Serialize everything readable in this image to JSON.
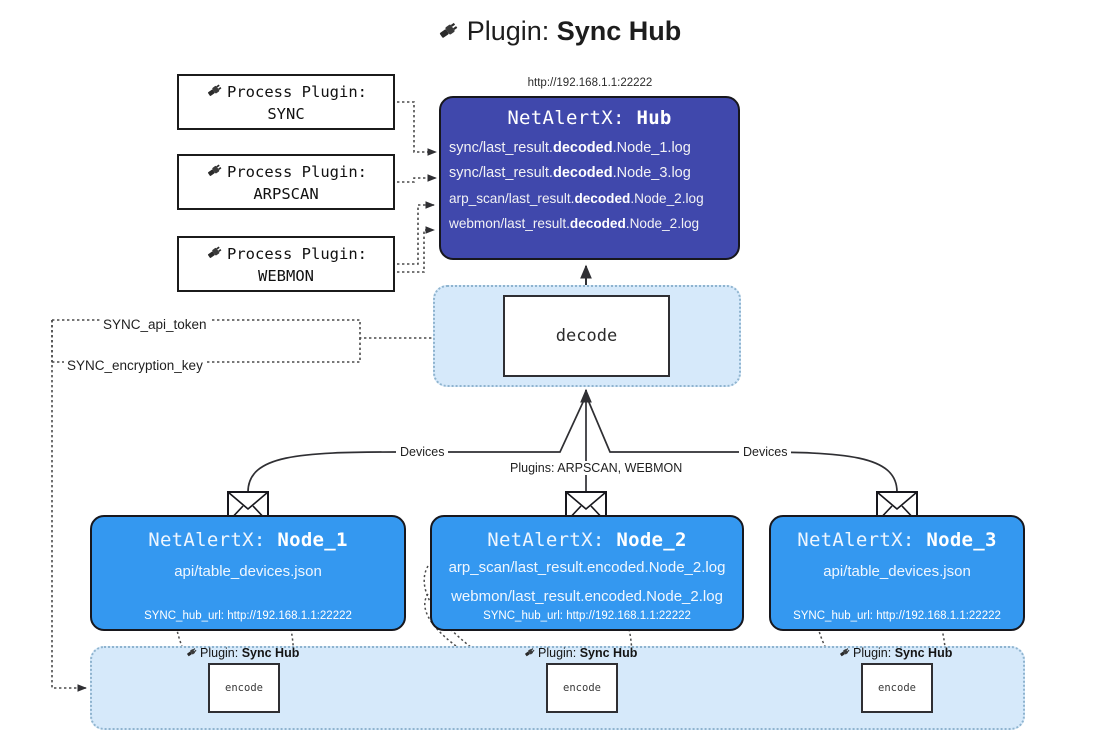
{
  "title": {
    "prefix": "Plugin: ",
    "name": "Sync Hub",
    "icon": "plug-icon"
  },
  "hub": {
    "url": "http://192.168.1.1:22222",
    "title_prefix": "NetAlertX: ",
    "title_name": "Hub",
    "logs": [
      {
        "pre": "sync/last_result.",
        "mid": "decoded",
        "post": ".Node_1.log"
      },
      {
        "pre": "sync/last_result.",
        "mid": "decoded",
        "post": ".Node_3.log"
      },
      {
        "pre": "arp_scan/last_result.",
        "mid": "decoded",
        "post": ".Node_2.log"
      },
      {
        "pre": "webmon/last_result.",
        "mid": "decoded",
        "post": ".Node_2.log"
      }
    ]
  },
  "process_plugins": [
    {
      "line1": "Process Plugin:",
      "line2": "SYNC",
      "icon": "plug-icon"
    },
    {
      "line1": "Process Plugin:",
      "line2": "ARPSCAN",
      "icon": "plug-icon"
    },
    {
      "line1": "Process Plugin:",
      "line2": "WEBMON",
      "icon": "plug-icon"
    }
  ],
  "tokens": [
    {
      "label": "SYNC_api_token"
    },
    {
      "label": "SYNC_encryption_key"
    }
  ],
  "decode": {
    "label": "decode"
  },
  "edge_labels": {
    "devices_left": "Devices",
    "devices_right": "Devices",
    "plugins_center": "Plugins: ARPSCAN, WEBMON"
  },
  "nodes": [
    {
      "title_prefix": "NetAlertX: ",
      "title_name": "Node_1",
      "lines": [
        "api/table_devices.json"
      ],
      "url_key": "SYNC_hub_url: ",
      "url_value": "http://192.168.1.1:22222",
      "envelope_icon": "envelope-icon"
    },
    {
      "title_prefix": "NetAlertX: ",
      "title_name": "Node_2",
      "lines": [
        "arp_scan/last_result.encoded.Node_2.log",
        "webmon/last_result.encoded.Node_2.log"
      ],
      "url_key": "SYNC_hub_url: ",
      "url_value": "http://192.168.1.1:22222",
      "envelope_icon": "envelope-icon"
    },
    {
      "title_prefix": "NetAlertX: ",
      "title_name": "Node_3",
      "lines": [
        "api/table_devices.json"
      ],
      "url_key": "SYNC_hub_url: ",
      "url_value": "http://192.168.1.1:22222",
      "envelope_icon": "envelope-icon"
    }
  ],
  "encoders": [
    {
      "caption_prefix": "Plugin: ",
      "caption_name": "Sync Hub",
      "box_label": "encode",
      "icon": "plug-icon"
    },
    {
      "caption_prefix": "Plugin: ",
      "caption_name": "Sync Hub",
      "box_label": "encode",
      "icon": "plug-icon"
    },
    {
      "caption_prefix": "Plugin: ",
      "caption_name": "Sync Hub",
      "box_label": "encode",
      "icon": "plug-icon"
    }
  ],
  "colors": {
    "hub_fill": "#4048ac",
    "node_fill": "#3498f0",
    "band_fill": "#d6e9fa",
    "band_border": "#8fb4cf",
    "stroke": "#17171d",
    "background": "#ffffff"
  }
}
